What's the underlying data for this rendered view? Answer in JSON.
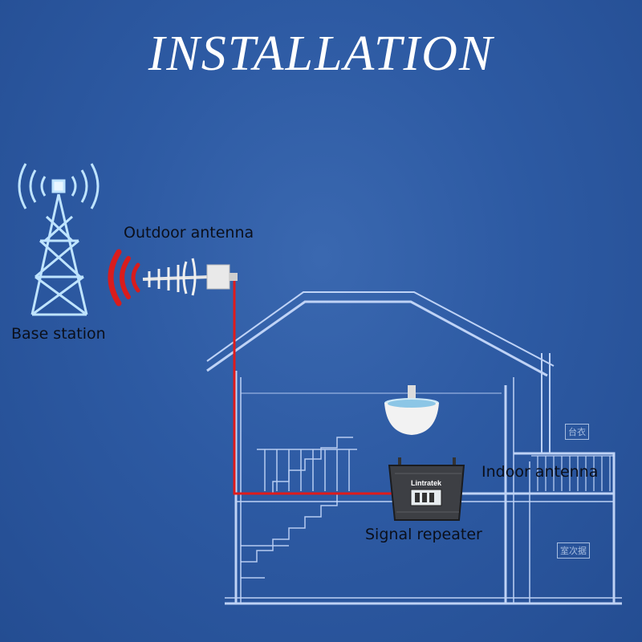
{
  "title": "INSTALLATION",
  "labels": {
    "base_station": "Base station",
    "outdoor_antenna": "Outdoor antenna",
    "indoor_antenna": "Indoor antenna",
    "signal_repeater": "Signal repeater"
  },
  "device": {
    "brand": "Lintratek"
  },
  "room_signs": [
    "台衣",
    "室次据"
  ],
  "colors": {
    "background": "#2d5aa3",
    "house_line": "#cfe0ff",
    "cable": "#e01b1b",
    "signal_wave": "#d91c1c",
    "tower": "#bfe4ff"
  }
}
